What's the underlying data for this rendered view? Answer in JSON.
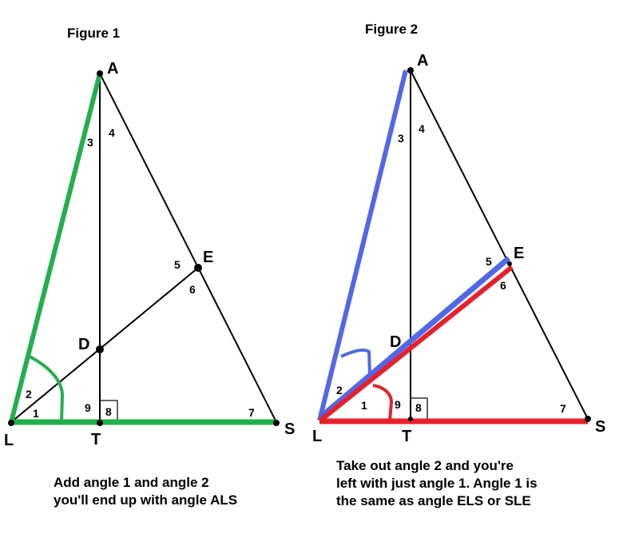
{
  "colors": {
    "green": "#22b04c",
    "blue": "#5068e8",
    "red": "#e8202a"
  },
  "figure1": {
    "title": "Figure 1",
    "points": {
      "A": "A",
      "L": "L",
      "S": "S",
      "T": "T",
      "D": "D",
      "E": "E"
    },
    "angles": [
      "1",
      "2",
      "3",
      "4",
      "5",
      "6",
      "7",
      "8",
      "9"
    ],
    "caption": [
      "Add angle 1 and angle 2",
      "you'll end up with angle ALS"
    ]
  },
  "figure2": {
    "title": "Figure 2",
    "points": {
      "A": "A",
      "L": "L",
      "S": "S",
      "T": "T",
      "D": "D",
      "E": "E"
    },
    "angles": [
      "1",
      "2",
      "3",
      "4",
      "5",
      "6",
      "7",
      "8",
      "9"
    ],
    "caption": [
      "Take out angle 2 and you're",
      "left with just angle 1. Angle 1 is",
      "the same as angle ELS or SLE"
    ]
  }
}
